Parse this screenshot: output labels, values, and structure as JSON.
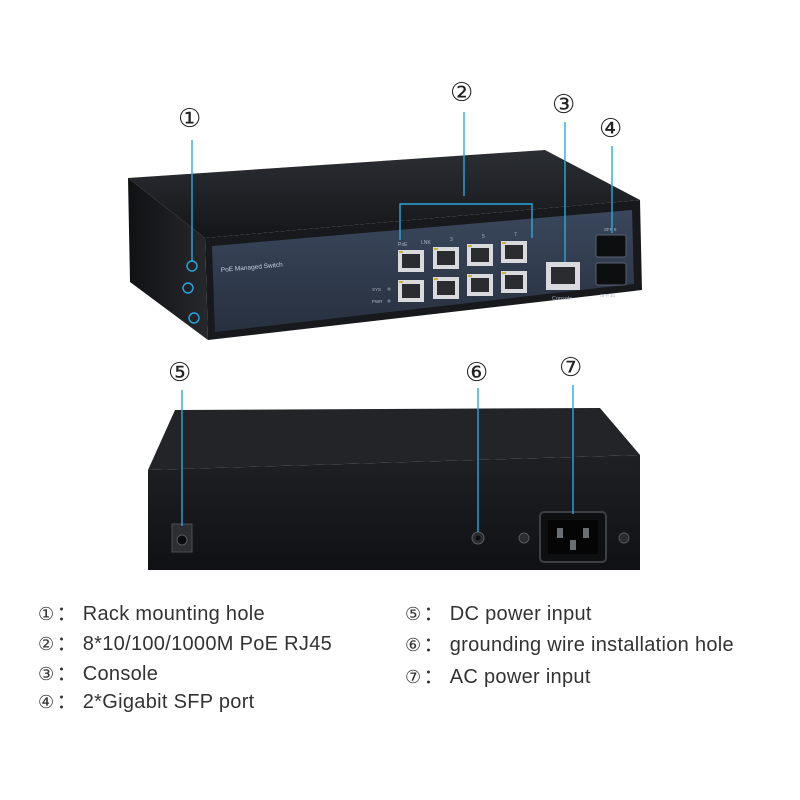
{
  "callouts": {
    "c1": "①",
    "c2": "②",
    "c3": "③",
    "c4": "④",
    "c5": "⑤",
    "c6": "⑥",
    "c7": "⑦"
  },
  "device": {
    "front_label": "PoE Managed Switch",
    "port_header": [
      "PoE",
      "LNK",
      "3",
      "5",
      "7"
    ],
    "led_labels": [
      "SYS",
      "PWR"
    ],
    "console_label": "Console",
    "sfp_top_label": "SFP 9",
    "sfp_bottom_label": "SFP 10"
  },
  "legend": {
    "items": [
      {
        "num": "①",
        "sep": "：",
        "text": "Rack mounting hole"
      },
      {
        "num": "②",
        "sep": "：",
        "text": "8*10/100/1000M PoE RJ45"
      },
      {
        "num": "③",
        "sep": "：",
        "text": "Console"
      },
      {
        "num": "④",
        "sep": "：",
        "text": "2*Gigabit SFP port"
      },
      {
        "num": "⑤",
        "sep": "：",
        "text": "DC power input"
      },
      {
        "num": "⑥",
        "sep": "：",
        "text": "grounding wire installation hole"
      },
      {
        "num": "⑦",
        "sep": "：",
        "text": "AC power input"
      }
    ]
  },
  "colors": {
    "chassis": "#1b1d21",
    "panel": "#2f3a4c",
    "callout_line": "#2aa7df",
    "port_led": "#c9b23a"
  }
}
